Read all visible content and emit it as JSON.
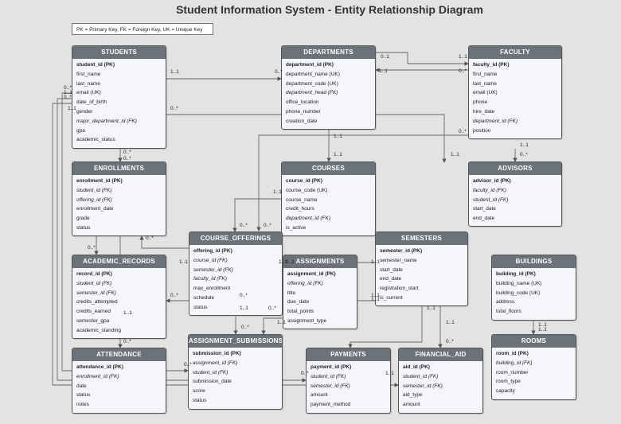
{
  "title": "Student Information System - Entity Relationship Diagram",
  "legend": "PK = Primary Key, FK = Foreign Key, UK = Unique Key",
  "entities": {
    "students": {
      "name": "STUDENTS",
      "attrs": [
        "student_id (PK)",
        "first_name",
        "last_name",
        "email (UK)",
        "date_of_birth",
        "gender",
        "major_department_id (FK)",
        "gpa",
        "academic_status"
      ]
    },
    "departments": {
      "name": "DEPARTMENTS",
      "attrs": [
        "department_id (PK)",
        "department_name (UK)",
        "department_code (UK)",
        "department_head (FK)",
        "office_location",
        "phone_number",
        "creation_date"
      ]
    },
    "faculty": {
      "name": "FACULTY",
      "attrs": [
        "faculty_id (PK)",
        "first_name",
        "last_name",
        "email (UK)",
        "phone",
        "hire_date",
        "department_id (FK)",
        "position"
      ]
    },
    "enrollments": {
      "name": "ENROLLMENTS",
      "attrs": [
        "enrollment_id (PK)",
        "student_id (FK)",
        "offering_id (FK)",
        "enrollment_date",
        "grade",
        "status"
      ]
    },
    "courses": {
      "name": "COURSES",
      "attrs": [
        "course_id (PK)",
        "course_code (UK)",
        "course_name",
        "credit_hours",
        "department_id (FK)",
        "is_active"
      ]
    },
    "advisors": {
      "name": "ADVISORS",
      "attrs": [
        "advisor_id (PK)",
        "faculty_id (FK)",
        "student_id (FK)",
        "start_date",
        "end_date"
      ]
    },
    "course_offerings": {
      "name": "COURSE_OFFERINGS",
      "attrs": [
        "offering_id (PK)",
        "course_id (FK)",
        "semester_id (FK)",
        "faculty_id (FK)",
        "max_enrollment",
        "schedule",
        "status"
      ]
    },
    "semesters": {
      "name": "SEMESTERS",
      "attrs": [
        "semester_id (PK)",
        "semester_name",
        "start_date",
        "end_date",
        "registration_start",
        "is_current"
      ]
    },
    "buildings": {
      "name": "BUILDINGS",
      "attrs": [
        "building_id (PK)",
        "building_name (UK)",
        "building_code (UK)",
        "address",
        "total_floors"
      ]
    },
    "academic_records": {
      "name": "ACADEMIC_RECORDS",
      "attrs": [
        "record_id (PK)",
        "student_id (FK)",
        "semester_id (FK)",
        "credits_attempted",
        "credits_earned",
        "semester_gpa",
        "academic_standing"
      ]
    },
    "assignments": {
      "name": "ASSIGNMENTS",
      "attrs": [
        "assignment_id (PK)",
        "offering_id (FK)",
        "title",
        "due_date",
        "total_points",
        "assignment_type"
      ]
    },
    "rooms": {
      "name": "ROOMS",
      "attrs": [
        "room_id (PK)",
        "building_id (FK)",
        "room_number",
        "room_type",
        "capacity"
      ]
    },
    "attendance": {
      "name": "ATTENDANCE",
      "attrs": [
        "attendance_id (PK)",
        "enrollment_id (FK)",
        "date",
        "status",
        "notes"
      ]
    },
    "assignment_submissions": {
      "name": "ASSIGNMENT_SUBMISSIONS",
      "attrs": [
        "submission_id (PK)",
        "assignment_id (FK)",
        "student_id (FK)",
        "submission_date",
        "score",
        "status"
      ]
    },
    "payments": {
      "name": "PAYMENTS",
      "attrs": [
        "payment_id (PK)",
        "student_id (FK)",
        "semester_id (FK)",
        "amount",
        "payment_method"
      ]
    },
    "financial_aid": {
      "name": "FINANCIAL_AID",
      "attrs": [
        "aid_id (PK)",
        "student_id (FK)",
        "semester_id (FK)",
        "aid_type",
        "amount"
      ]
    }
  },
  "cardinality_labels": [
    "1..1",
    "0..*",
    "0..1",
    "1..1",
    "1..1",
    "0..*",
    "0..*",
    "1..1",
    "0..*",
    "1..1",
    "0..*",
    "1..1",
    "0..*",
    "1..1",
    "1..1",
    "1..1",
    "0..*",
    "0..*",
    "0..*",
    "1..1",
    "0..*",
    "0..*",
    "0..*",
    "1..1",
    "1..1",
    "1..1",
    "1..1",
    "0..*",
    "1..1",
    "1..1",
    "0..*",
    "0..*",
    "1..1",
    "0..*",
    "0..*",
    "1..1",
    "0..*",
    "1..1",
    "0..*",
    "0..*",
    "1..1",
    "1..1",
    "0..*",
    "1..1",
    "1..1",
    "1..1"
  ]
}
